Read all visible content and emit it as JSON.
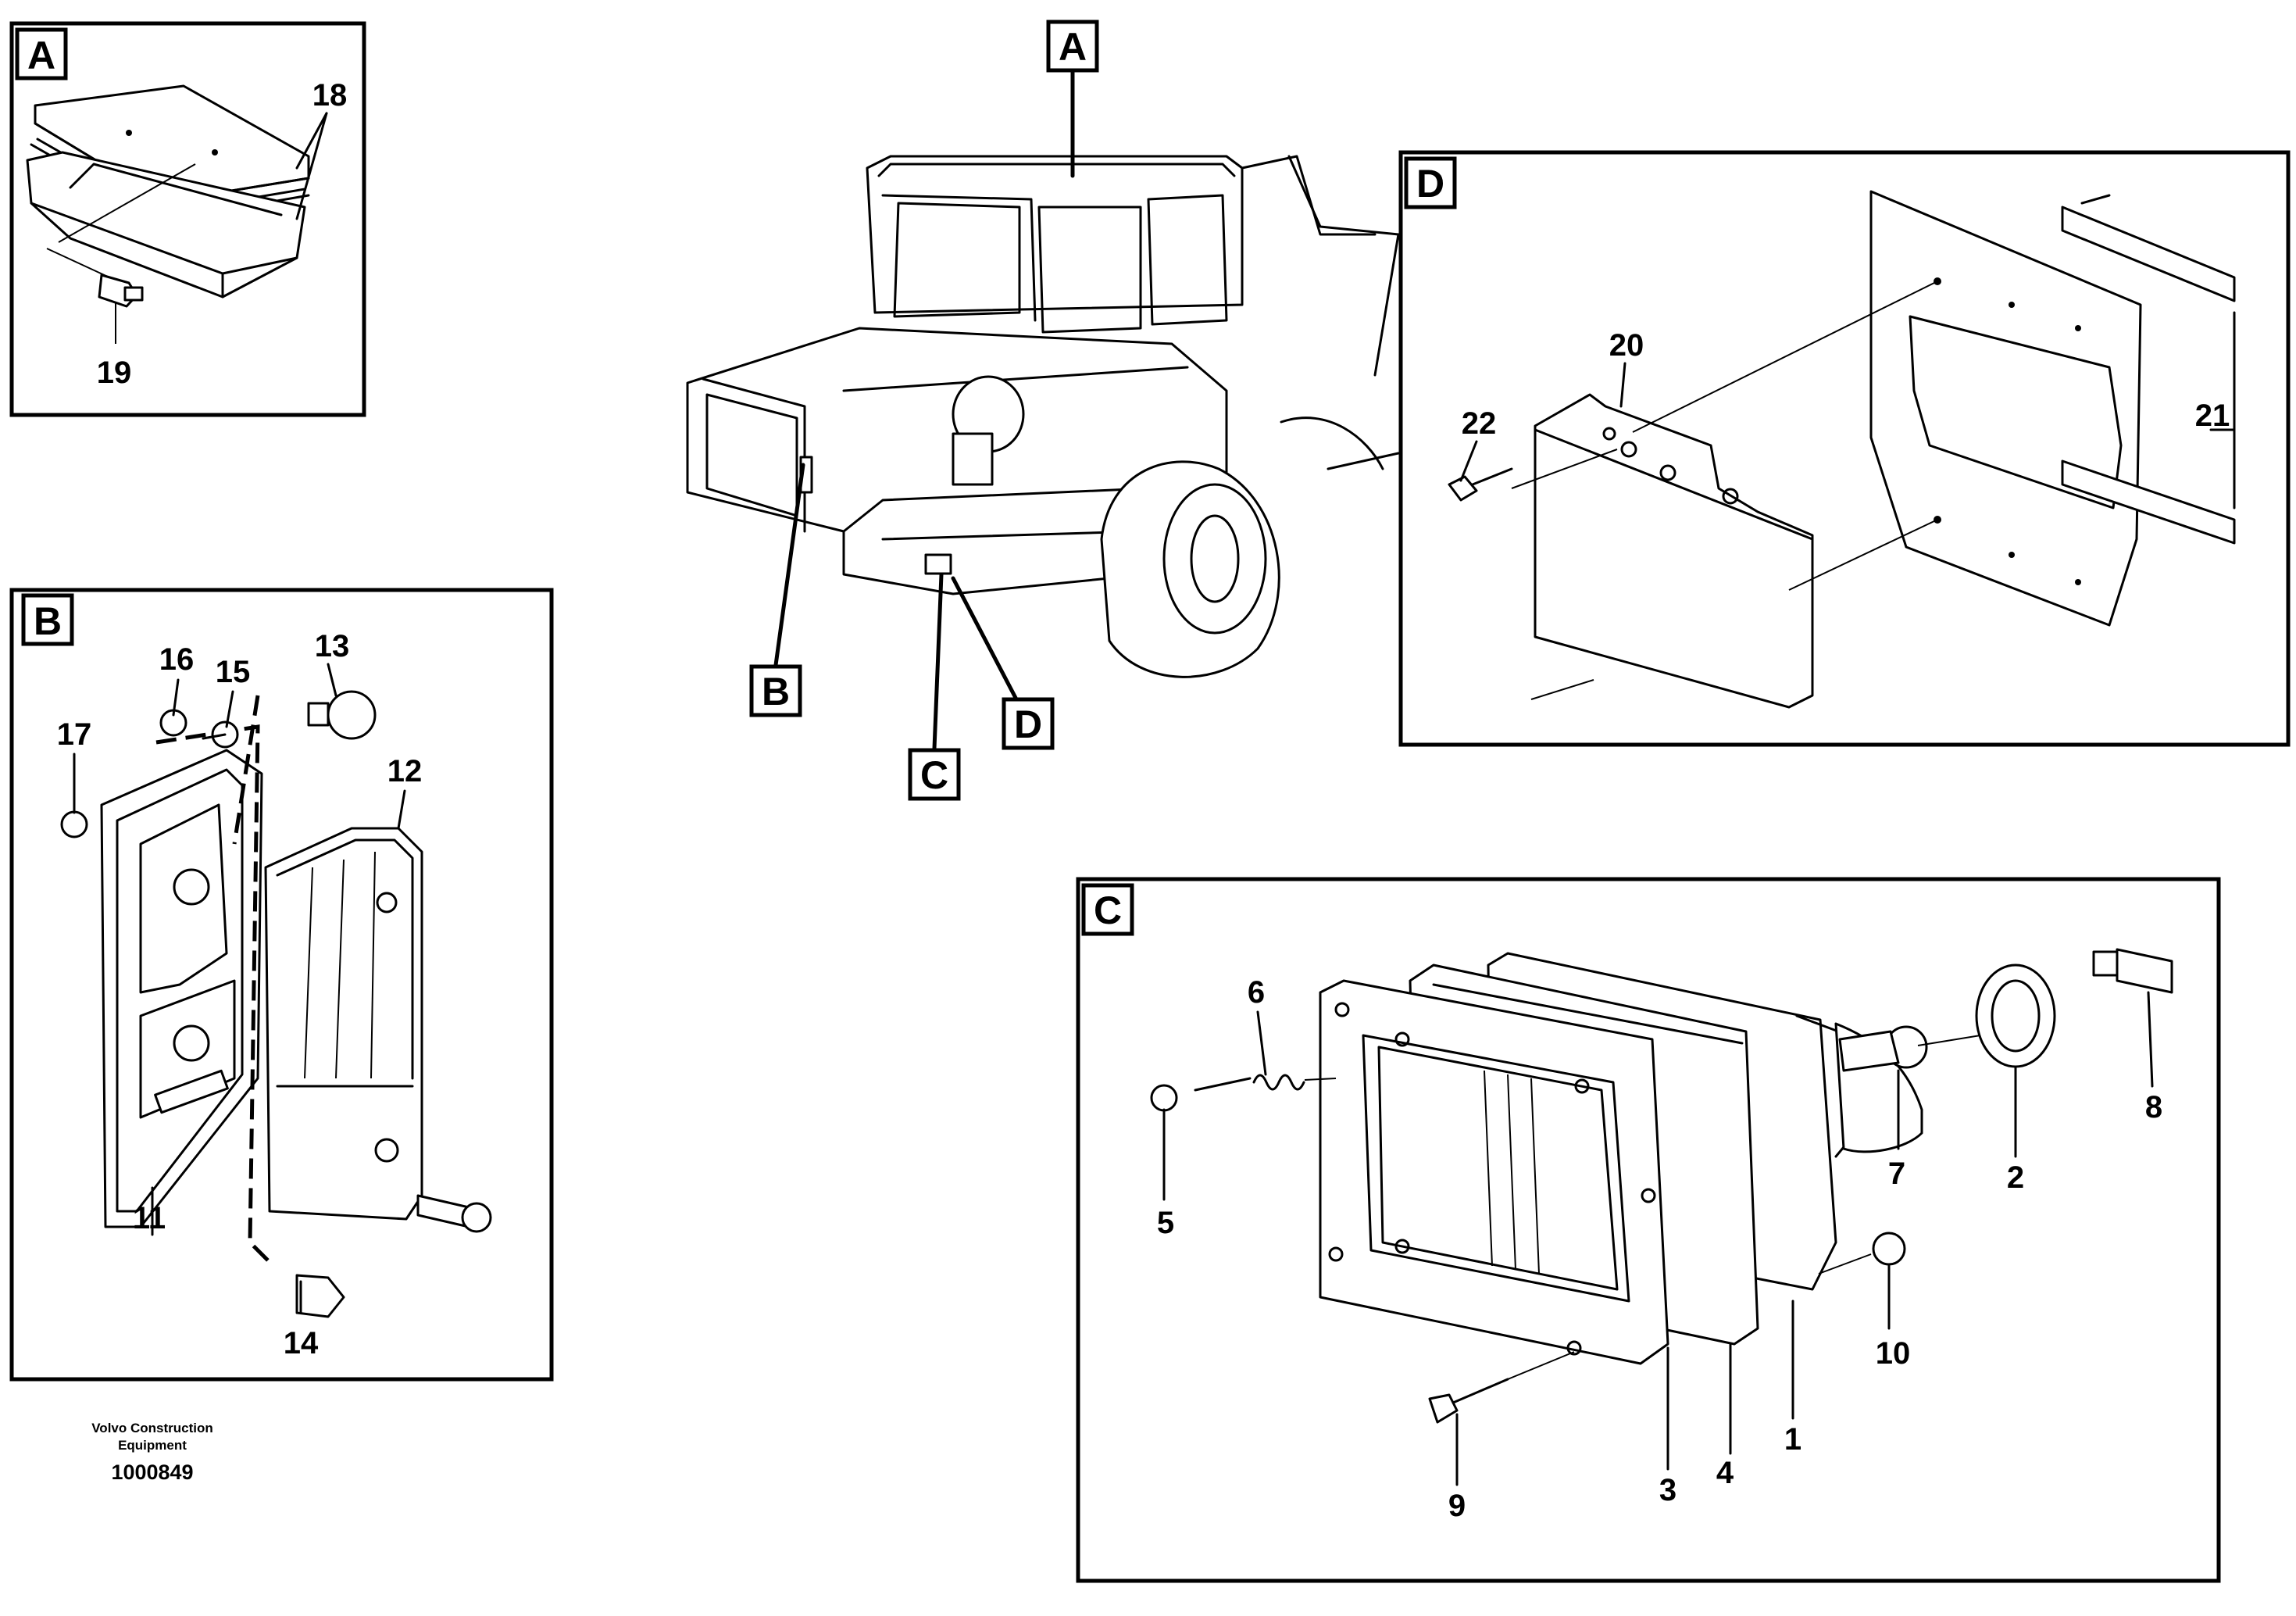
{
  "view_labels": {
    "a_inset": "A",
    "b_inset": "B",
    "c_inset": "C",
    "d_inset": "D",
    "a_callout": "A",
    "b_callout": "B",
    "c_callout": "C",
    "d_callout": "D"
  },
  "part_numbers": {
    "p1": "1",
    "p2": "2",
    "p3": "3",
    "p4": "4",
    "p5": "5",
    "p6": "6",
    "p7": "7",
    "p8": "8",
    "p9": "9",
    "p10": "10",
    "p11": "11",
    "p12": "12",
    "p13": "13",
    "p14": "14",
    "p15": "15",
    "p16": "16",
    "p17": "17",
    "p18": "18",
    "p19": "19",
    "p20": "20",
    "p21": "21",
    "p22": "22"
  },
  "caption": {
    "company_line1": "Volvo Construction",
    "company_line2": "Equipment",
    "drawing_number": "1000849"
  },
  "icons": [
    "dump-truck-icon",
    "work-light-icon",
    "tail-lamp-icon",
    "headlamp-icon",
    "mounting-bracket-icon",
    "bulb-icon",
    "screw-icon",
    "nut-icon"
  ]
}
